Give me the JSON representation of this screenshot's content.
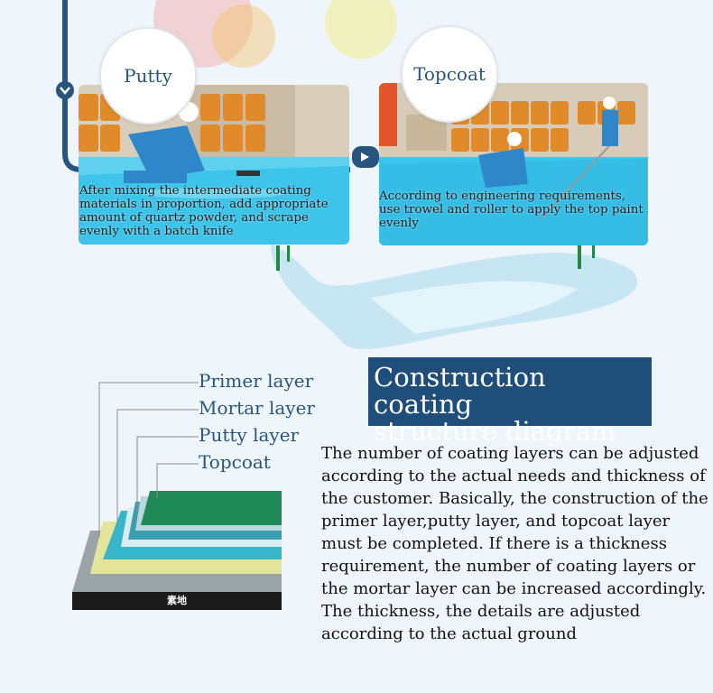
{
  "steps": [
    {
      "badge": "Putty",
      "caption": "After mixing the intermediate coating materials in proportion, add appropriate amount of quartz powder, and scrape evenly with a batch knife"
    },
    {
      "badge": "Topcoat",
      "caption": "According to engineering requirements, use trowel and roller to apply the top paint evenly"
    }
  ],
  "legend": [
    "Primer layer",
    "Mortar layer",
    "Putty layer",
    "Topcoat"
  ],
  "base_label": "素地",
  "title": {
    "line1": "Construction coating",
    "line2": "structure diagram"
  },
  "description": "The number of coating layers can be adjusted according to the actual needs and thickness of the customer. Basically, the construction of the primer layer,putty layer, and topcoat layer must be completed. If there is a thickness requirement, the number of coating layers or the mortar layer can be increased accordingly. The thickness, the details are adjusted according to the actual ground",
  "colors": {
    "brand_blue": "#1f4e7a",
    "floor_blue": "#3cc4ea",
    "topcoat_green": "#1f8a55",
    "mortar_yellow": "#e3e69a",
    "primer_gray": "#9aa3a8",
    "base_black": "#1a1a1a"
  },
  "icons": [
    "chevron-down-icon",
    "chevron-right-icon"
  ]
}
